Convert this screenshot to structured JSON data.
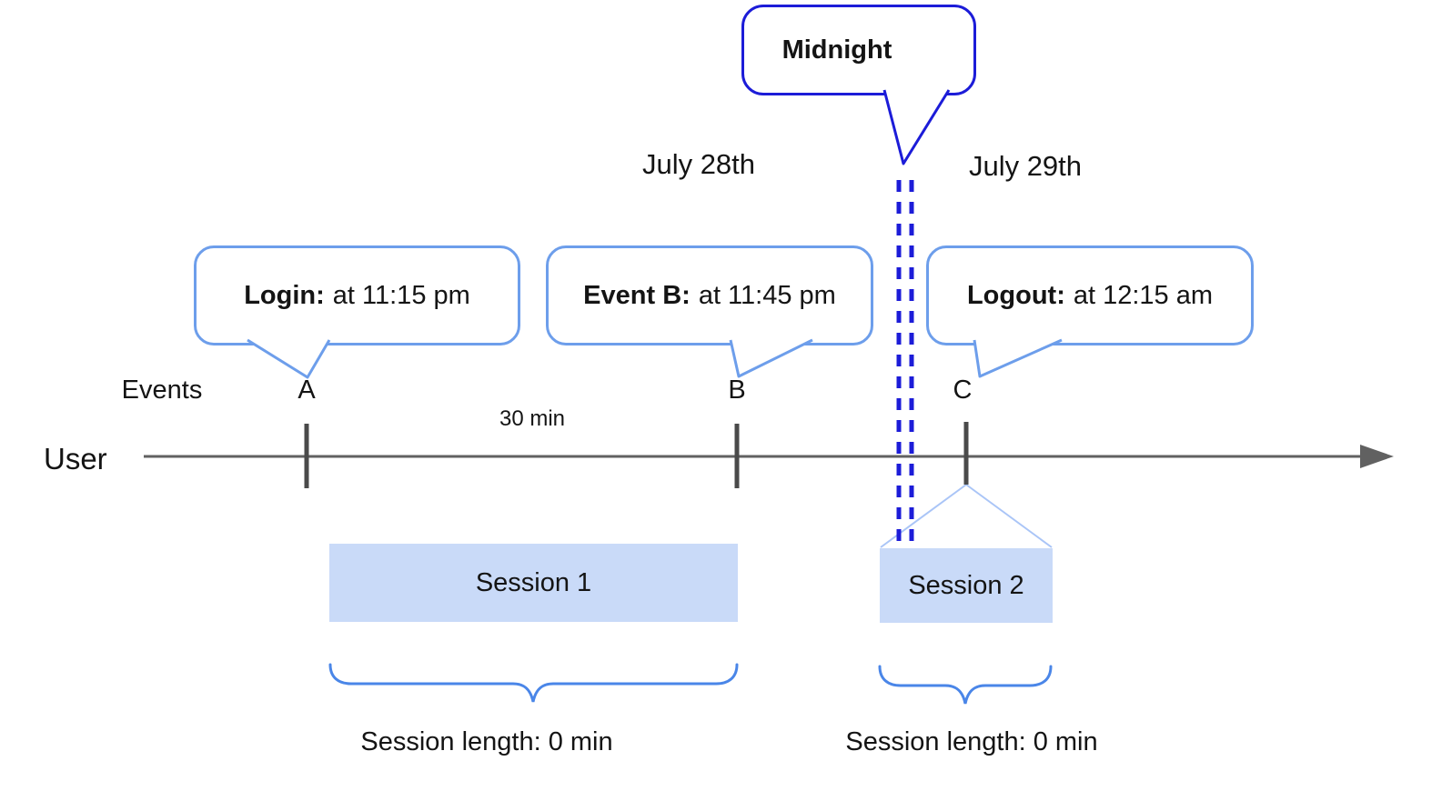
{
  "dates": {
    "left": "July 28th",
    "right": "July 29th"
  },
  "midnight_callout": {
    "text": "Midnight"
  },
  "callouts": [
    {
      "label": "Login:",
      "time": "at 11:15 pm"
    },
    {
      "label": "Event B:",
      "time": "at 11:45 pm"
    },
    {
      "label": "Logout:",
      "time": "at 12:15 am"
    }
  ],
  "timeline": {
    "row_label": "User",
    "events_label": "Events",
    "interval_label": "30 min",
    "markers": [
      "A",
      "B",
      "C"
    ]
  },
  "sessions": [
    {
      "name": "Session 1",
      "length_label": "Session length: 0 min"
    },
    {
      "name": "Session 2",
      "length_label": "Session length: 0 min"
    }
  ],
  "colors": {
    "midnight_blue": "#1c1cd8",
    "callout_border": "#6d9eeb",
    "brace_blue": "#4a86e8",
    "session_fill": "#c9daf8",
    "projection_blue": "#aac5f7",
    "axis_gray": "#616161",
    "tick_gray": "#4a4a4a"
  }
}
